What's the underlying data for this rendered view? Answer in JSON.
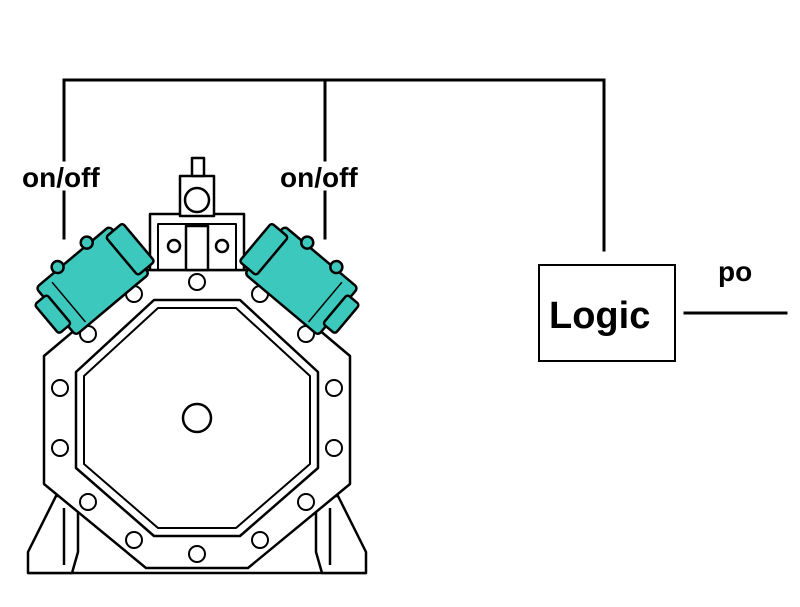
{
  "labels": {
    "left_valve": "on/off",
    "right_valve": "on/off",
    "logic_box": "Logic",
    "output": "po"
  },
  "colors": {
    "line": "#000000",
    "valve": "#3cc8bc",
    "background": "#ffffff"
  },
  "icons": {
    "compressor": "compressor-icon",
    "valve": "solenoid-valve-icon"
  }
}
